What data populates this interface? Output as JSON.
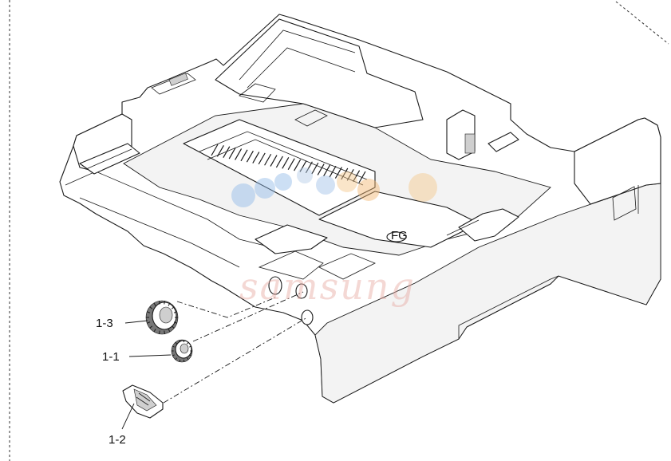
{
  "diagram": {
    "callouts": [
      {
        "id": "1-3",
        "label": "1-3"
      },
      {
        "id": "1-1",
        "label": "1-1"
      },
      {
        "id": "1-2",
        "label": "1-2"
      }
    ],
    "tray_stamp": "FG",
    "watermark": "samsung"
  }
}
